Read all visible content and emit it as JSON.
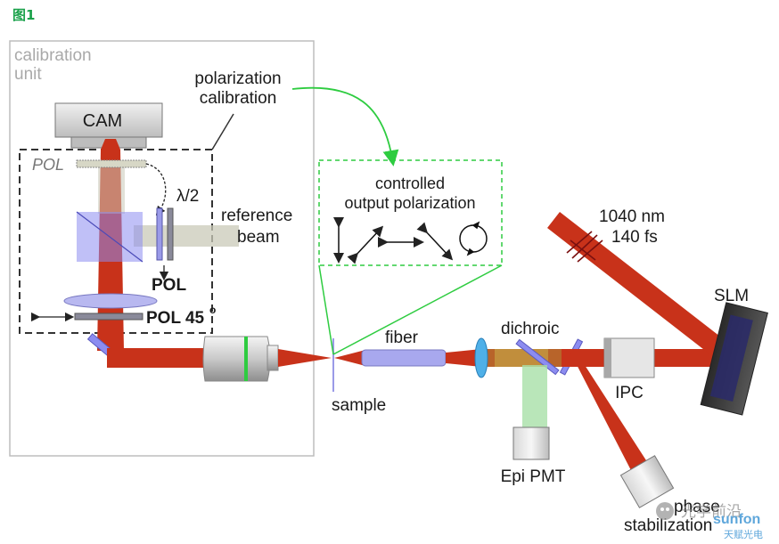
{
  "figure_label": "图1",
  "labels": {
    "calibration_unit_1": "calibration",
    "calibration_unit_2": "unit",
    "polarization_calibration_1": "polarization",
    "polarization_calibration_2": "calibration",
    "cam": "CAM",
    "pol_top": "POL",
    "half_wave": "λ/2",
    "reference_1": "reference",
    "reference_2": "beam",
    "pol_mid": "POL",
    "pol_45": "POL 45",
    "pol_45_sup": "o",
    "controlled_1": "controlled",
    "controlled_2": "output polarization",
    "laser_1": "1040 nm",
    "laser_2": "140 fs",
    "slm": "SLM",
    "fiber": "fiber",
    "dichroic": "dichroic",
    "ipc": "IPC",
    "sample": "sample",
    "epi_pmt": "Epi PMT",
    "phase_1": "phase",
    "phase_2": "stabilization"
  },
  "watermark": {
    "text_1": "光学前沿",
    "text_2": "sunfon",
    "text_3": "天赋光电"
  },
  "colors": {
    "beam": "#c8321a",
    "green_annotation": "#2ecc40",
    "splitter": "#8c8cf0",
    "figure_label": "#1aa14a"
  }
}
